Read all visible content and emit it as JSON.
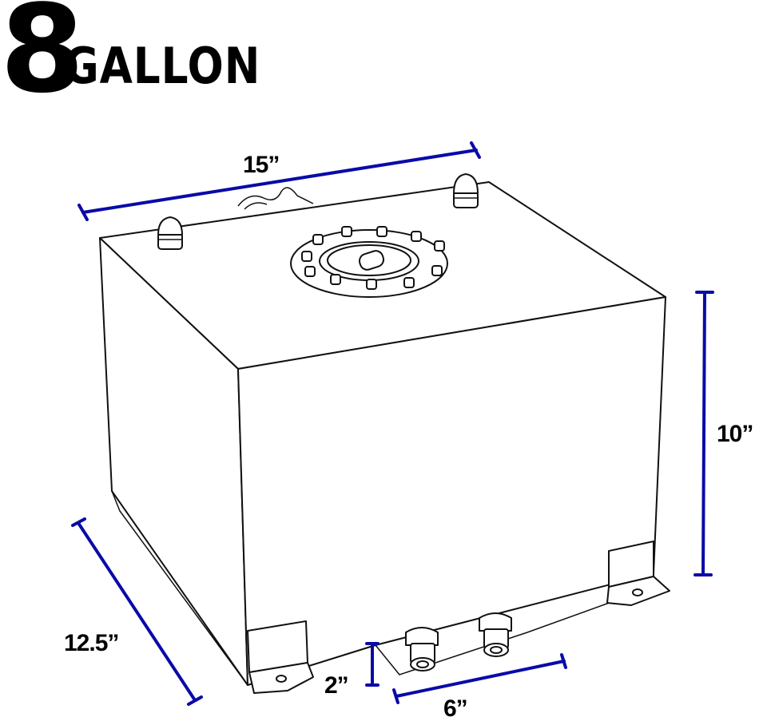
{
  "title": {
    "number": "8",
    "unit": "GALLON"
  },
  "dimensions": {
    "width": "15”",
    "height": "10”",
    "depth": "12.5”",
    "fitting_height": "2”",
    "fitting_spacing": "6”"
  },
  "colors": {
    "dimension_line": "#0a0aa8",
    "outline": "#111111",
    "text": "#000000"
  }
}
